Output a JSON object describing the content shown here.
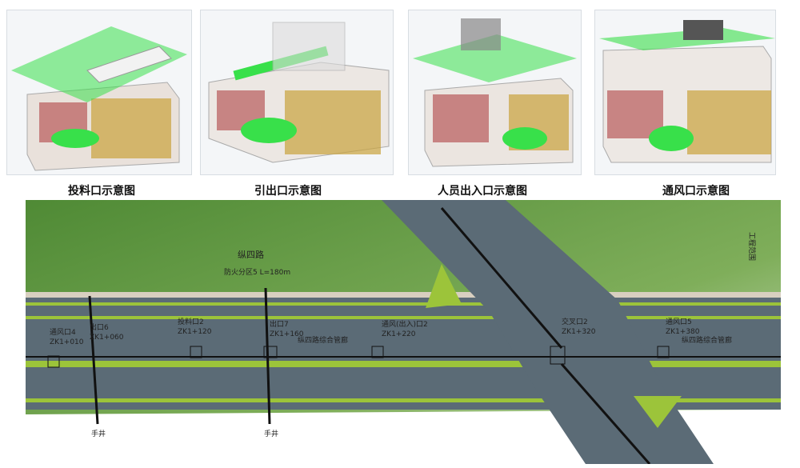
{
  "panels": [
    {
      "caption": "投料口示意图"
    },
    {
      "caption": "引出口示意图"
    },
    {
      "caption": "人员出入口示意图"
    },
    {
      "caption": "通风口示意图"
    }
  ],
  "map": {
    "road_name": "纵四路",
    "fire_zone": "防火分区5 L=180m",
    "right_label": "工程范围",
    "tunnel_label_1": "纵四路综合管廊",
    "tunnel_label_2": "纵四路综合管廊",
    "nodes": [
      {
        "name": "通风口4",
        "station": "ZK1+010"
      },
      {
        "name": "出口6",
        "station": "ZK1+060"
      },
      {
        "name": "投料口2",
        "station": "ZK1+120"
      },
      {
        "name": "出口7",
        "station": "ZK1+160"
      },
      {
        "name": "通风(出入)口2",
        "station": "ZK1+220"
      },
      {
        "name": "交叉口2",
        "station": "ZK1+320"
      },
      {
        "name": "通风口5",
        "station": "ZK1+380"
      }
    ],
    "well_1": "手井",
    "well_2": "手井",
    "colors": {
      "grass": "#5e9a3e",
      "road": "#5b6b76",
      "median": "#9cc43a",
      "tunnel": "#38e04a"
    }
  }
}
